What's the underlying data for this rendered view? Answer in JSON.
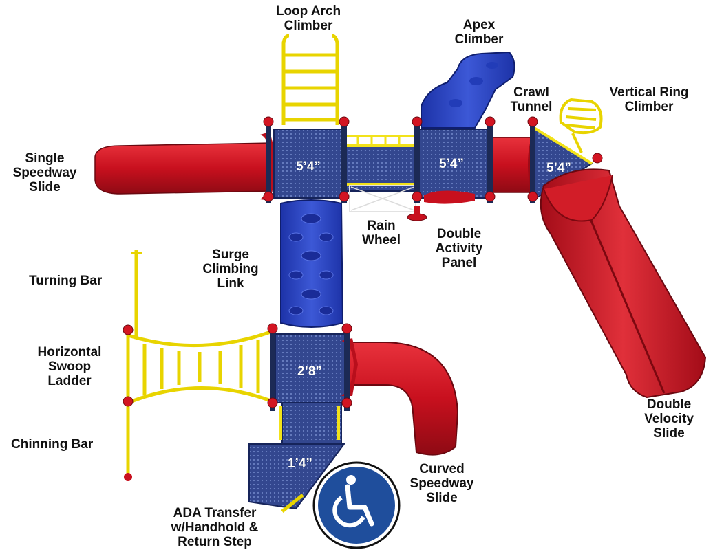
{
  "labels": {
    "loop_arch_climber": "Loop Arch\nClimber",
    "apex_climber": "Apex\nClimber",
    "crawl_tunnel": "Crawl\nTunnel",
    "vertical_ring_climber": "Vertical Ring\nClimber",
    "single_speedway_slide": "Single\nSpeedway\nSlide",
    "rain_wheel": "Rain\nWheel",
    "double_activity_panel": "Double\nActivity\nPanel",
    "surge_climbing_link": "Surge\nClimbing\nLink",
    "turning_bar": "Turning Bar",
    "horizontal_swoop_ladder": "Horizontal\nSwoop\nLadder",
    "chinning_bar": "Chinning Bar",
    "double_velocity_slide": "Double\nVelocity\nSlide",
    "curved_speedway_slide": "Curved\nSpeedway\nSlide",
    "ada_transfer": "ADA Transfer\nw/Handhold &\nReturn Step"
  },
  "deck_heights": {
    "deck_left": "5’4”",
    "deck_center": "5’4”",
    "deck_right": "5’4”",
    "deck_lower": "2’8”",
    "transfer_step": "1’4”"
  },
  "icons": {
    "accessibility": "wheelchair-accessibility-icon"
  },
  "colors": {
    "deck_blue": "#2b3f8f",
    "slide_red": "#c8101e",
    "rail_yellow": "#f2e21a",
    "post_dark": "#1c2a55",
    "ada_blue": "#1f4e9c"
  }
}
